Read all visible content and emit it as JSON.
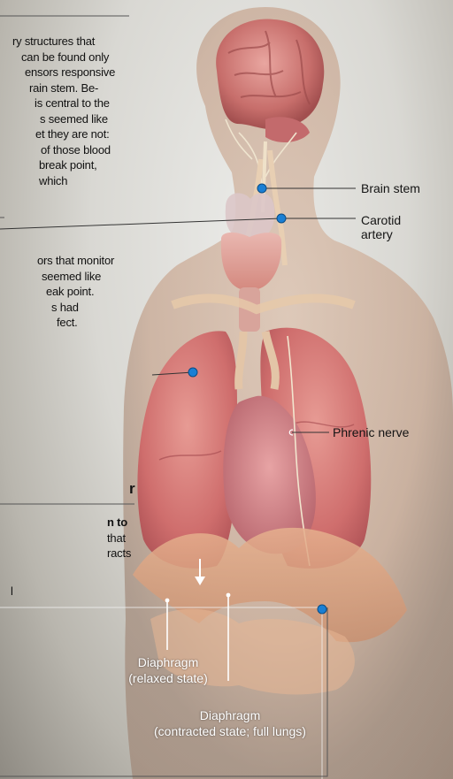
{
  "text_block_1": {
    "lines": [
      "ry structures that",
      "can be found only",
      "ensors responsive",
      "rain stem. Be-",
      "is central to the",
      "s seemed like",
      "et they are not:",
      "of those blood",
      "break point, which"
    ]
  },
  "text_block_2": {
    "lines": [
      "ors that monitor",
      "seemed like",
      "eak point.",
      "s had",
      "fect."
    ]
  },
  "section_heading_fragment": "r",
  "text_block_3": {
    "lines": [
      "n to",
      "that",
      "racts"
    ]
  },
  "stray_char": "l",
  "labels": {
    "brain_stem": "Brain stem",
    "carotid_artery_line1": "Carotid",
    "carotid_artery_line2": "artery",
    "phrenic_nerve": "Phrenic nerve",
    "diaphragm_relaxed_line1": "Diaphragm",
    "diaphragm_relaxed_line2": "(relaxed state)",
    "diaphragm_contracted_line1": "Diaphragm",
    "diaphragm_contracted_line2": "(contracted state; full lungs)"
  },
  "colors": {
    "marker_blue": "#1a7fd4",
    "leader_line": "#333333",
    "white_leader": "#ffffff"
  }
}
